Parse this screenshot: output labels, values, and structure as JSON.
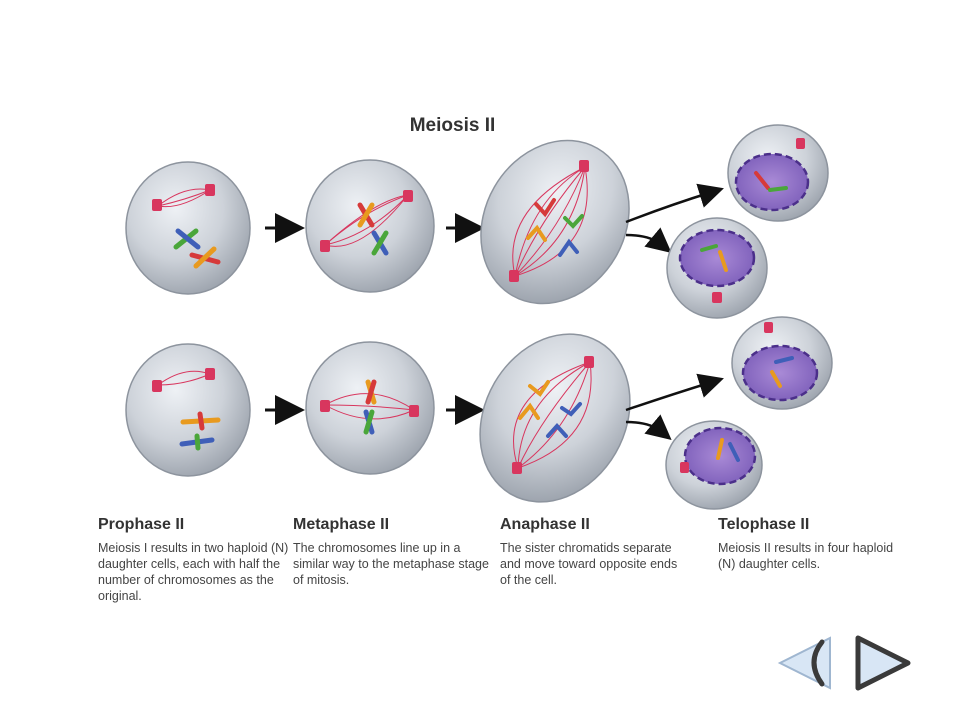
{
  "title": "Meiosis II",
  "stages": [
    {
      "name": "Prophase II",
      "text": "Meiosis I results in two haploid (N) daughter cells, each with half the number of chromosomes as the original."
    },
    {
      "name": "Metaphase II",
      "text": "The chromosomes line up in a similar way to the metaphase stage of mitosis."
    },
    {
      "name": "Anaphase II",
      "text": "The sister chromatids separate and move toward opposite ends of the cell."
    },
    {
      "name": "Telophase II",
      "text": "Meiosis II results in four haploid (N) daughter cells."
    }
  ],
  "nav": {
    "prev_icon": "back-arrow-icon",
    "next_icon": "forward-arrow-icon"
  },
  "colors": {
    "cell_fill": "#c9ced6",
    "spindle": "#d8365e",
    "nucleus": "#8a5cc0",
    "chromosome_red": "#d63a3a",
    "chromosome_green": "#4aa63a",
    "chromosome_blue": "#3f5fb8",
    "chromosome_orange": "#e89a1f",
    "nav_fill": "#d8e6f5",
    "nav_stroke": "#3a3a3a"
  }
}
